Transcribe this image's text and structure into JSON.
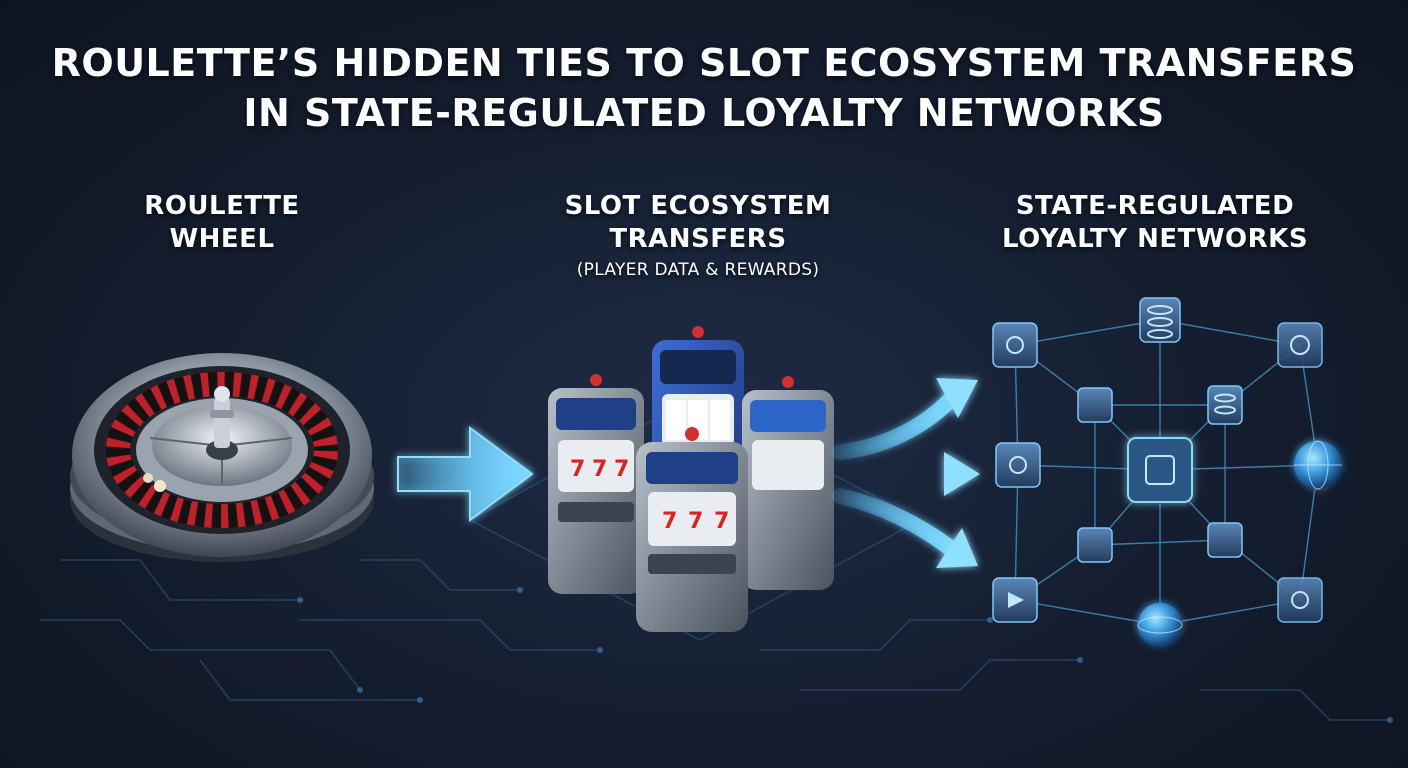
{
  "title": {
    "line1": "ROULETTE’S HIDDEN TIES TO SLOT ECOSYSTEM TRANSFERS",
    "line2": "IN STATE-REGULATED LOYALTY NETWORKS"
  },
  "stages": {
    "roulette": {
      "line1": "ROULETTE",
      "line2": "WHEEL"
    },
    "slot": {
      "line1": "SLOT ECOSYSTEM",
      "line2": "TRANSFERS",
      "note": "(PLAYER DATA & REWARDS)"
    },
    "loyalty": {
      "line1": "STATE-REGULATED",
      "line2": "LOYALTY NETWORKS"
    }
  },
  "colors": {
    "background": "#141d2e",
    "accent_glow": "#5cc8ff",
    "text": "#ffffff",
    "roulette_red": "#c0202a",
    "slot_blue": "#2a4fa8",
    "network_node": "#3c5f86"
  },
  "icons": [
    "roulette-wheel-icon",
    "slot-machine-icon",
    "arrow-right-icon",
    "network-node-icon",
    "database-icon",
    "globe-icon"
  ]
}
